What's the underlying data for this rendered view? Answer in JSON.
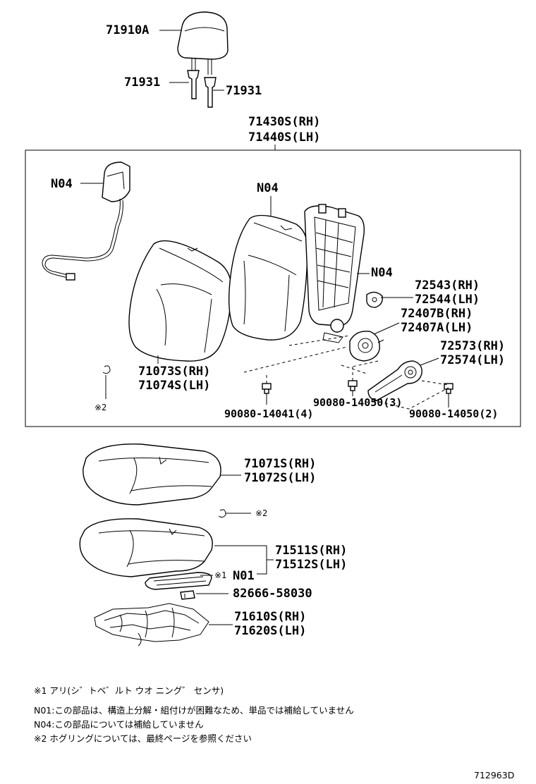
{
  "labels": {
    "headrest": "71910A",
    "support_l": "71931",
    "support_r": "71931",
    "back_assy_rh": "71430S(RH)",
    "back_assy_lh": "71440S(LH)",
    "n04_a": "N04",
    "n04_b": "N04",
    "n04_c": "N04",
    "p72543": "72543(RH)",
    "p72544": "72544(LH)",
    "p72407b": "72407B(RH)",
    "p72407a": "72407A(LH)",
    "p72573": "72573(RH)",
    "p72574": "72574(LH)",
    "p71073": "71073S(RH)",
    "p71074": "71074S(LH)",
    "mark2_a": "※2",
    "bolt1": "90080-14041(4)",
    "bolt2": "90080-14050(3)",
    "bolt3": "90080-14050(2)",
    "p71071": "71071S(RH)",
    "p71072": "71072S(LH)",
    "mark2_b": "※2",
    "p71511": "71511S(RH)",
    "p71512": "71512S(LH)",
    "mark1": "※1",
    "n01": "N01",
    "p82666": "82666-58030",
    "p71610": "71610S(RH)",
    "p71620": "71620S(LH)"
  },
  "notes": {
    "note1": "※1 アリ(シ゛トベ゛ルト ウオ ニング゛ センサ)",
    "note2": "N01:この部品は、構造上分解・組付けが困難なため、単品では補給していません",
    "note3": "N04:この部品については補給していません",
    "note4": "※2 ホグリングについては、最終ページを参照ください"
  },
  "diagram_id": "712963D"
}
